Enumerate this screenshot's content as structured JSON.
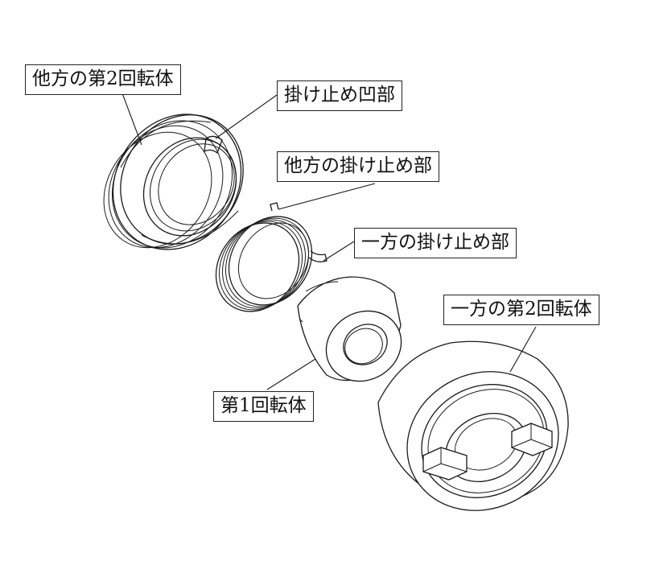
{
  "labels": {
    "other_second_rotor": "他方の第2回転体",
    "engaging_recess": "掛け止め凹部",
    "other_engaging_part": "他方の掛け止め部",
    "one_engaging_part": "一方の掛け止め部",
    "one_second_rotor": "一方の第2回転体",
    "first_rotor": "第1回転体"
  }
}
